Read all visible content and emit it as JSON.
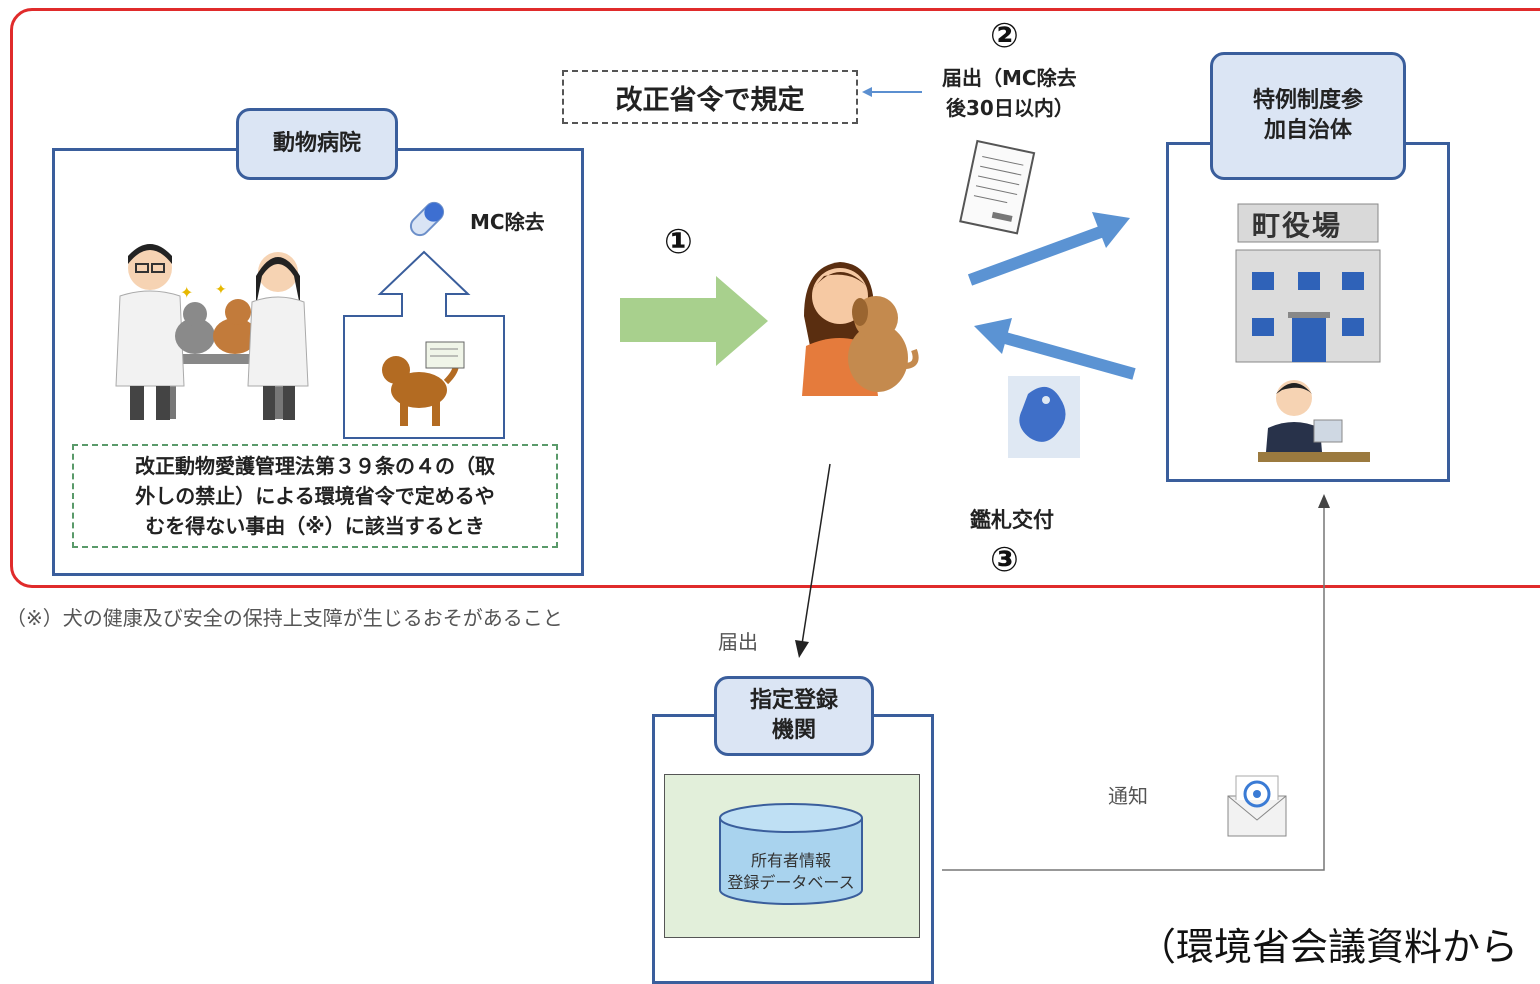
{
  "hospital": {
    "title": "動物病院",
    "mc_removal": "MC除去",
    "condition_lines": [
      "改正動物愛護管理法第３９条の４の（取",
      "外しの禁止）による環境省令で定めるや",
      "むを得ない事由（※）に該当するとき"
    ]
  },
  "ordinance_box": "改正省令で規定",
  "notification": {
    "number": "②",
    "lines": [
      "届出（MC除去",
      "後30日以内）"
    ]
  },
  "step1_number": "①",
  "municipality": {
    "title_lines": [
      "特例制度参",
      "加自治体"
    ],
    "building_sign": "町役場"
  },
  "tag_issue": {
    "label": "鑑札交付",
    "number": "③"
  },
  "footnote": "（※）犬の健康及び安全の保持上支障が生じるおそがあること",
  "report_label": "届出",
  "registry": {
    "title_lines": [
      "指定登録",
      "機関"
    ],
    "db_lines": [
      "所有者情報",
      "登録データベース"
    ]
  },
  "notify_label": "通知",
  "source_caption": "（環境省会議資料から"
}
